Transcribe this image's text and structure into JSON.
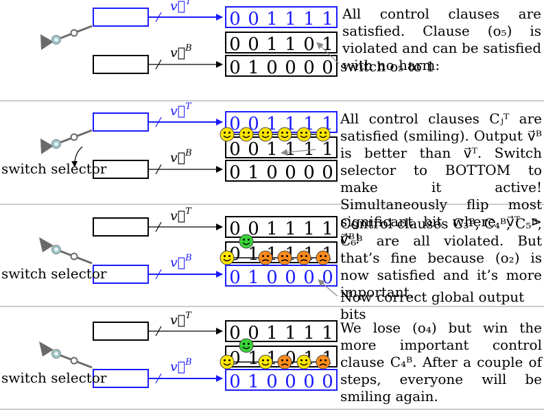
{
  "colors": {
    "active": "#1a1aff",
    "inactive": "#000000",
    "separator": "#9a9a9a",
    "smiley_yellow": "#ffe600",
    "smiley_orange": "#ff8c1a",
    "smiley_green": "#38d438",
    "switch_gray": "#6a6a6a",
    "pivot": "#9ec7c9"
  },
  "labels": {
    "vec_top": "v⃗",
    "vec_top_sup": "T",
    "vec_bottom": "v⃗",
    "vec_bottom_sup": "B",
    "switch_selector": "switch selector"
  },
  "panels": [
    {
      "id": "p1",
      "active": "top",
      "top_bits": [
        "0",
        "0",
        "1",
        "1",
        "1",
        "1"
      ],
      "mid_bits": [
        "0",
        "0",
        "1",
        "1",
        "0",
        "1"
      ],
      "bottom_bits": [
        "0",
        "1",
        "0",
        "0",
        "0",
        "0"
      ],
      "show_selector_label": false,
      "text": "All control clauses are satisfied. Clause (o₅) is violated and can be satisfied with no harm:",
      "annotation": "switch o₅ to 1"
    },
    {
      "id": "p2",
      "active": "top",
      "top_bits": [
        "0",
        "0",
        "1",
        "1",
        "1",
        "1"
      ],
      "mid_bits": [
        "0",
        "0",
        "1",
        "1",
        "1",
        "1"
      ],
      "bottom_bits": [
        "0",
        "1",
        "0",
        "0",
        "0",
        "0"
      ],
      "show_selector_label": true,
      "smileys": [
        "happy",
        "happy",
        "happy",
        "happy",
        "happy",
        "happy"
      ],
      "text": "All control clauses Cⱼᵀ are satisfied (smiling). Output v⃗ᴮ is better than v⃗ᵀ. Switch selector to BOTTOM to make it active! Simultaneously flip most significant bit where v⃗ᵀ > v⃗ᴮ!"
    },
    {
      "id": "p3",
      "active": "bottom",
      "top_bits": [
        "0",
        "0",
        "1",
        "1",
        "1",
        "1"
      ],
      "mid_bits": [
        "0",
        "1",
        "1",
        "1",
        "1",
        "1"
      ],
      "bottom_bits": [
        "0",
        "1",
        "0",
        "0",
        "0",
        "0"
      ],
      "show_selector_label": true,
      "smileys": [
        "happy",
        "green",
        "sad",
        "sad",
        "sad",
        "sad"
      ],
      "text": "Control clauses C₃ᴮ, C₄ᴮ, C₅ᴮ, C₆ᴮ are all violated. But that’s fine because (o₂) is now satisfied and it’s more important.",
      "annotation": "Now correct global output bits"
    },
    {
      "id": "p4",
      "active": "bottom",
      "top_bits": [
        "0",
        "0",
        "1",
        "1",
        "1",
        "1"
      ],
      "mid_bits": [
        "0",
        "1",
        "1",
        "0",
        "1",
        "1"
      ],
      "bottom_bits": [
        "0",
        "1",
        "0",
        "0",
        "0",
        "0"
      ],
      "show_selector_label": true,
      "smileys": [
        "happy",
        "green",
        "happy",
        "sad",
        "happy",
        "sad"
      ],
      "text": "We lose (o₄) but win the more important control clause C₄ᴮ. After a couple of steps, everyone will be smiling again."
    }
  ]
}
